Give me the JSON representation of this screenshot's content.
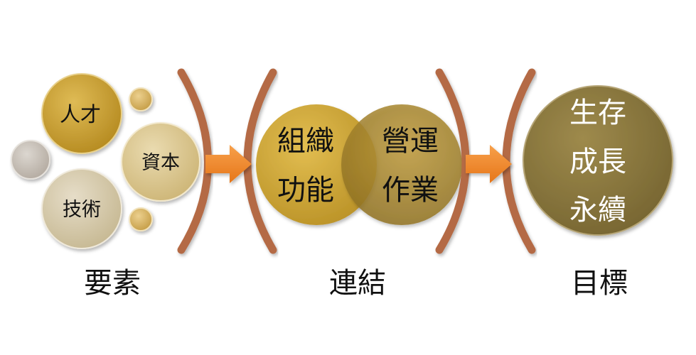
{
  "sections": {
    "elements": {
      "caption": "要素",
      "circles": [
        {
          "label": "人才",
          "color": "#c9a032"
        },
        {
          "label": "資本",
          "color": "#d9c48f"
        },
        {
          "label": "技術",
          "color": "#d3c8ad"
        },
        {
          "label": "",
          "color": "#c4bdb4"
        },
        {
          "label": "",
          "color": "#d8b96a"
        },
        {
          "label": "",
          "color": "#d8b96a"
        }
      ]
    },
    "connection": {
      "caption": "連結",
      "left_circle": {
        "line1": "組織",
        "line2": "功能",
        "color": "#c9a032"
      },
      "right_circle": {
        "line1": "營運",
        "line2": "作業",
        "color": "#ab8a2e"
      }
    },
    "goal": {
      "caption": "目標",
      "circle": {
        "line1": "生存",
        "line2": "成長",
        "line3": "永續",
        "color": "#8d7a40"
      }
    }
  },
  "colors": {
    "arrow": "#f08a2c",
    "bracket": "#b46a45",
    "text_dark": "#111111",
    "text_light": "#ffffff"
  }
}
